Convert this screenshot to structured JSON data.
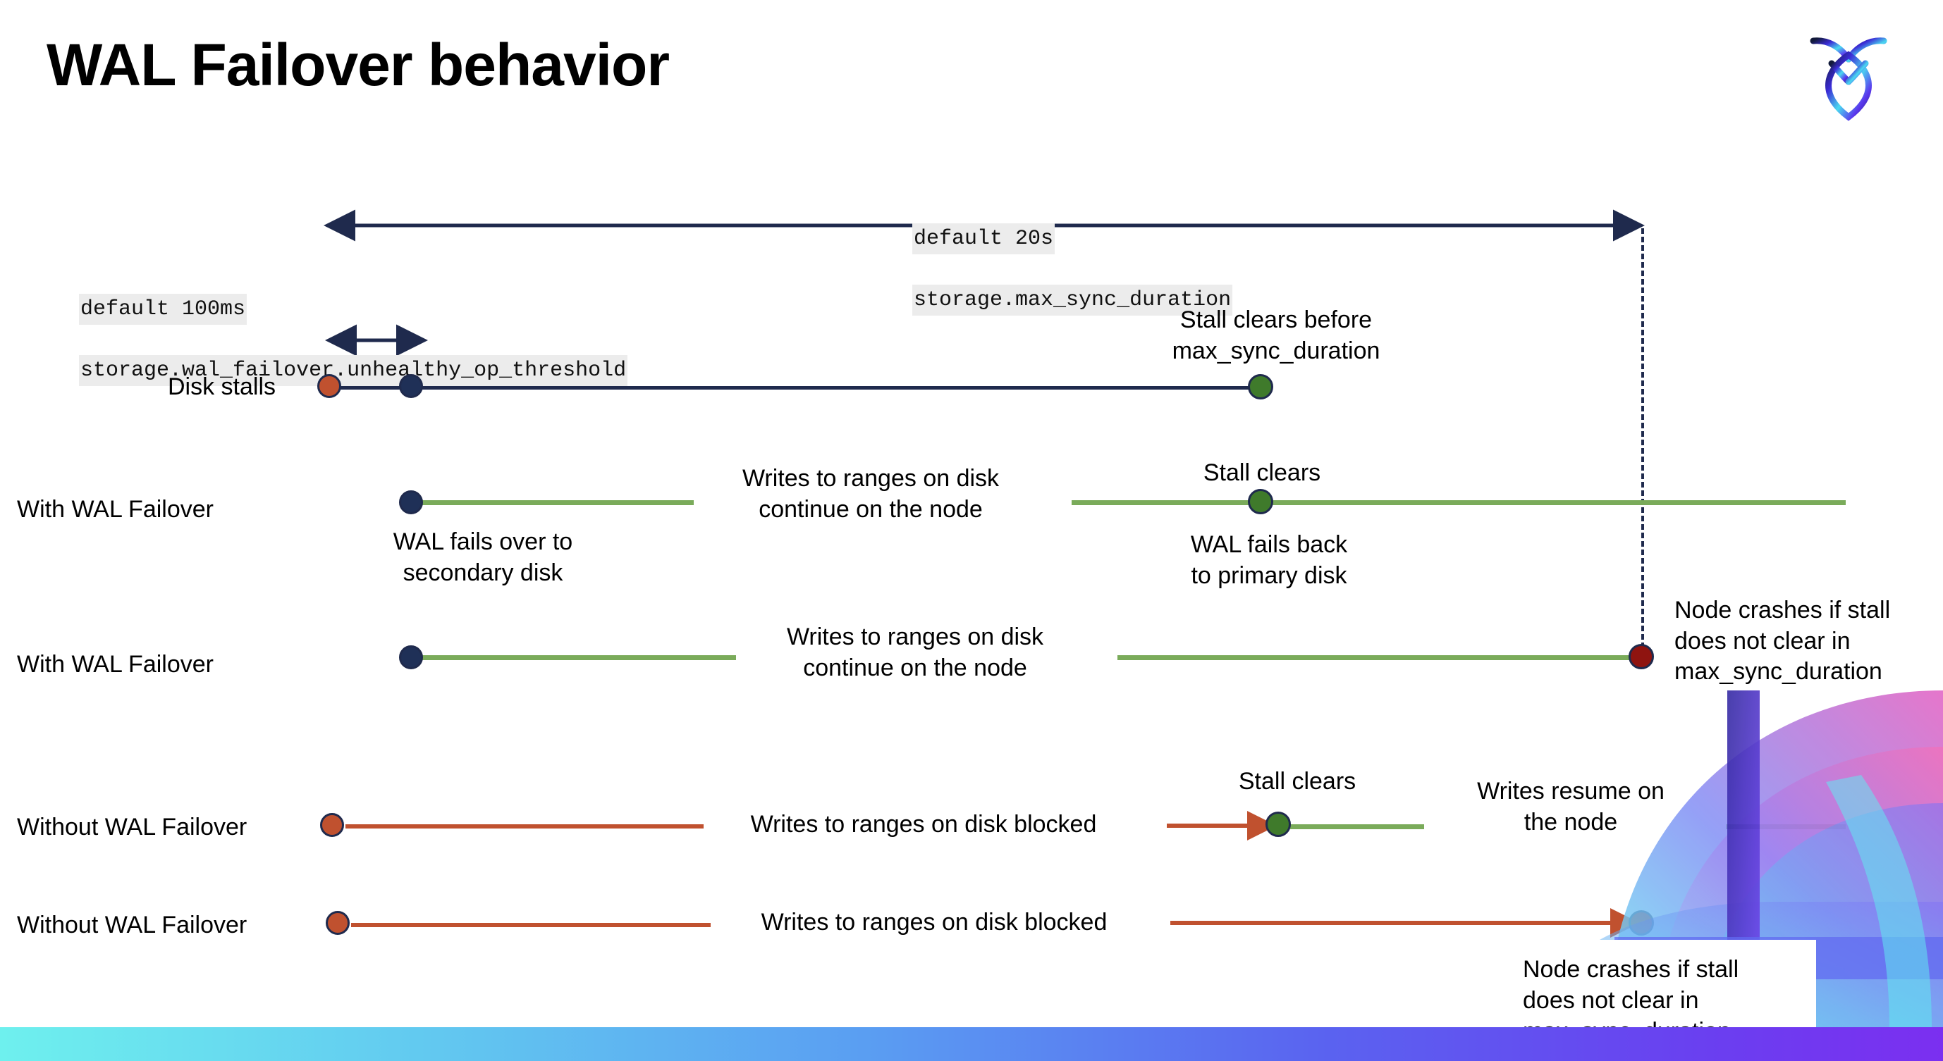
{
  "slide": {
    "title": "WAL Failover behavior",
    "logo_name": "cockroachdb-logo"
  },
  "annotations": {
    "max_sync": {
      "line1": "default 20s",
      "line2": "storage.max_sync_duration"
    },
    "unhealthy_threshold": {
      "line1": "default 100ms",
      "line2": "storage.wal_failover.unhealthy_op_threshold"
    }
  },
  "rows": [
    {
      "label": "Disk stalls",
      "notes": [
        "Stall clears before\nmax_sync_duration"
      ]
    },
    {
      "label": "With WAL Failover",
      "notes": [
        "Writes to ranges on disk\ncontinue on the node",
        "Stall clears",
        "WAL fails over to\nsecondary disk",
        "WAL fails  back\nto primary disk"
      ]
    },
    {
      "label": "With WAL Failover",
      "notes": [
        "Writes to ranges on disk\ncontinue on the node",
        "Node crashes if stall\ndoes not clear in\nmax_sync_duration"
      ]
    },
    {
      "label": "Without WAL Failover",
      "notes": [
        "Writes to ranges on disk  blocked",
        "Stall clears",
        "Writes resume on\nthe node"
      ]
    },
    {
      "label": "Without WAL Failover",
      "notes": [
        "Writes to ranges on disk  blocked",
        "Node crashes if stall\ndoes not clear in\nmax_sync_duration"
      ]
    }
  ],
  "colors": {
    "navy": "#1f2a4d",
    "green_line": "#7aab5a",
    "red_line": "#c0512f",
    "green_dot": "#3f7a2b",
    "orange_dot": "#c0512f",
    "maroon_dot": "#8f1410",
    "code_bg": "#ececec"
  }
}
